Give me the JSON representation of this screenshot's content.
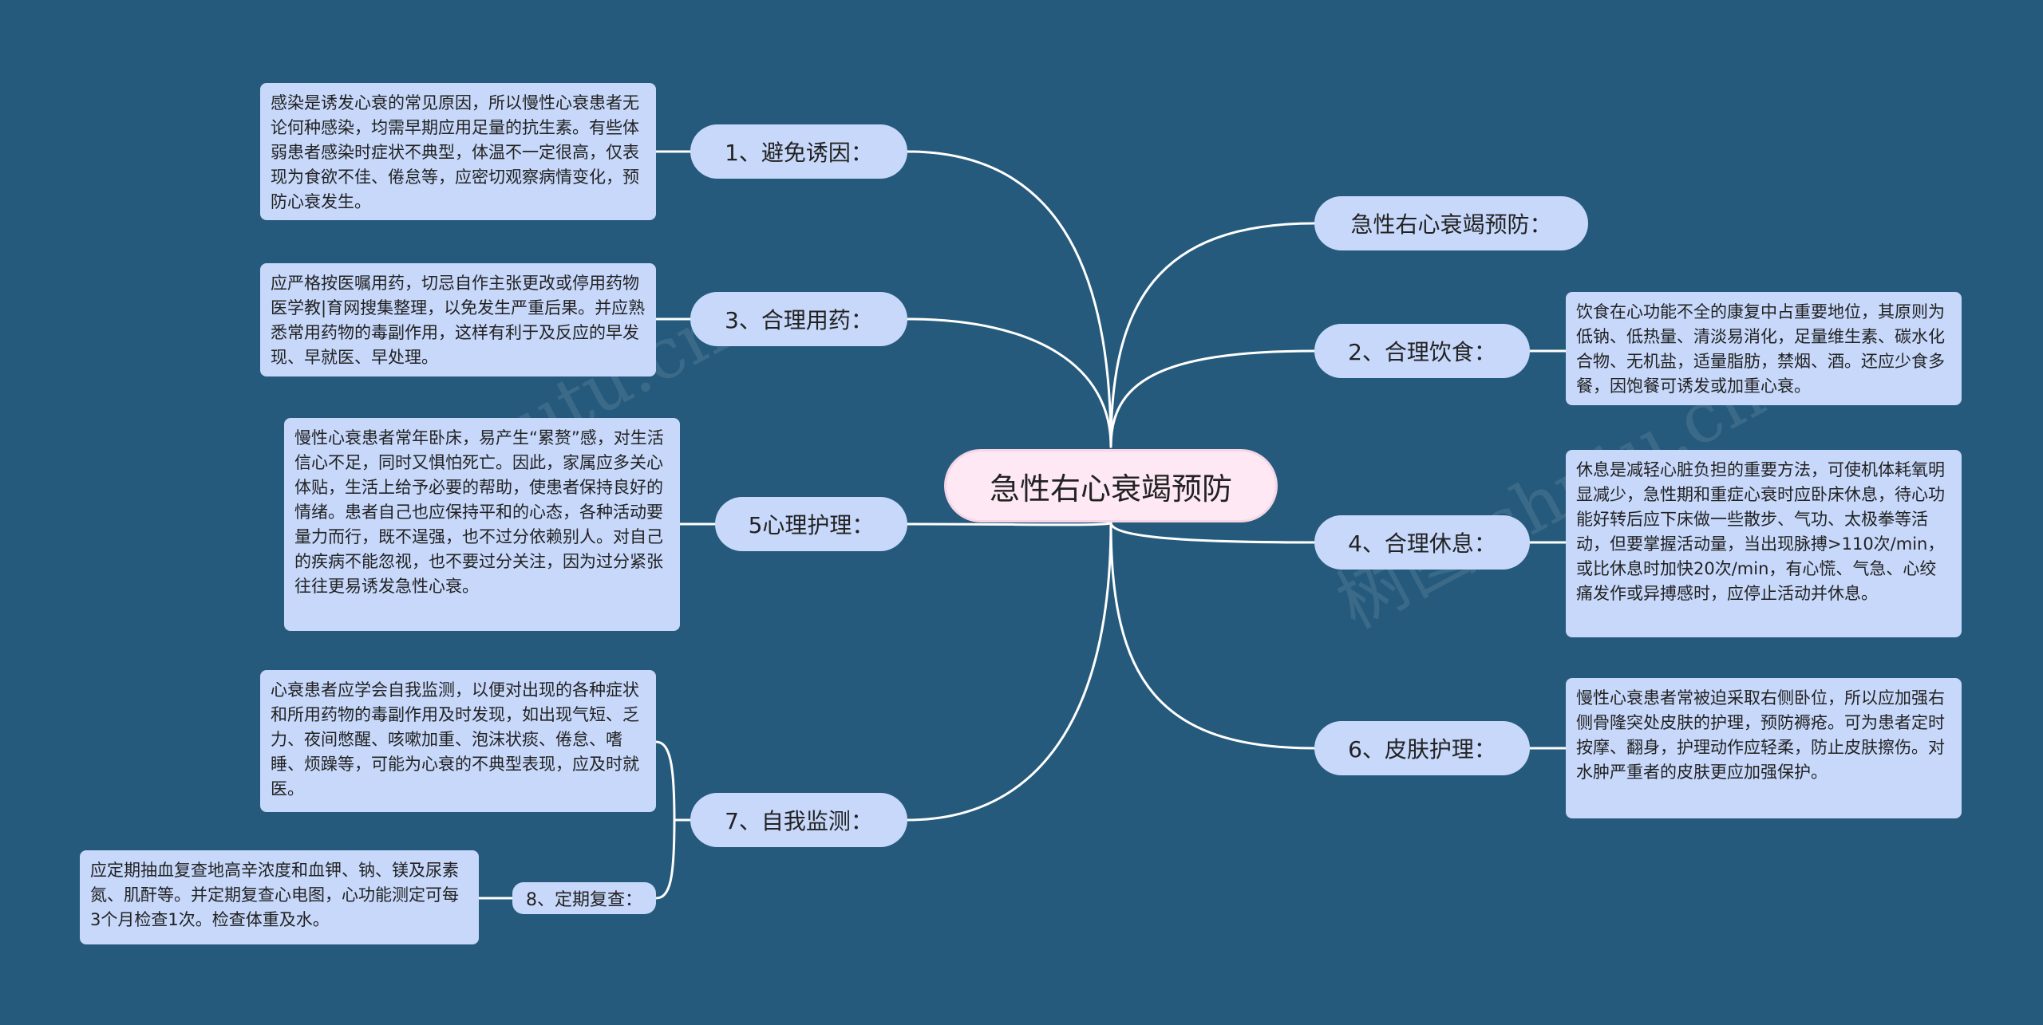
{
  "root": {
    "label": "急性右心衰竭预防"
  },
  "branches": {
    "b1": {
      "label": "1、避免诱因："
    },
    "b3": {
      "label": "3、合理用药："
    },
    "b5": {
      "label": "5心理护理："
    },
    "b7": {
      "label": "7、自我监测："
    },
    "b8": {
      "label": "8、定期复查："
    },
    "r0": {
      "label": "急性右心衰竭预防："
    },
    "b2": {
      "label": "2、合理饮食："
    },
    "b4": {
      "label": "4、合理休息："
    },
    "b6": {
      "label": "6、皮肤护理："
    }
  },
  "notes": {
    "n1": "感染是诱发心衰的常见原因，所以慢性心衰患者无论何种感染，均需早期应用足量的抗生素。有些体弱患者感染时症状不典型，体温不一定很高，仅表现为食欲不佳、倦怠等，应密切观察病情变化，预防心衰发生。",
    "n3": "应严格按医嘱用药，切忌自作主张更改或停用药物医学教|育网搜集整理，以免发生严重后果。并应熟悉常用药物的毒副作用，这样有利于及反应的早发现、早就医、早处理。",
    "n5": "慢性心衰患者常年卧床，易产生“累赘”感，对生活信心不足，同时又惧怕死亡。因此，家属应多关心体贴，生活上给予必要的帮助，使患者保持良好的情绪。患者自己也应保持平和的心态，各种活动要量力而行，既不逞强，也不过分依赖别人。对自己的疾病不能忽视，也不要过分关注，因为过分紧张往往更易诱发急性心衰。",
    "n7": "心衰患者应学会自我监测，以便对出现的各种症状和所用药物的毒副作用及时发现，如出现气短、乏力、夜间憋醒、咳嗽加重、泡沫状痰、倦怠、嗜睡、烦躁等，可能为心衰的不典型表现，应及时就医。",
    "n8": "应定期抽血复查地高辛浓度和血钾、钠、镁及尿素氮、肌酐等。并定期复查心电图，心功能测定可每3个月检查1次。检查体重及水。",
    "n2": "饮食在心功能不全的康复中占重要地位，其原则为低钠、低热量、清淡易消化，足量维生素、碳水化合物、无机盐，适量脂肪，禁烟、酒。还应少食多餐，因饱餐可诱发或加重心衰。",
    "n4": "休息是减轻心脏负担的重要方法，可使机体耗氧明显减少，急性期和重症心衰时应卧床休息，待心功能好转后应下床做一些散步、气功、太极拳等活动，但要掌握活动量，当出现脉搏>110次/min，或比休息时加快20次/min，有心慌、气急、心绞痛发作或异搏感时，应停止活动并休息。",
    "n6": "慢性心衰患者常被迫采取右侧卧位，所以应加强右侧骨隆突处皮肤的护理，预防褥疮。可为患者定时按摩、翻身，护理动作应轻柔，防止皮肤擦伤。对水肿严重者的皮肤更应加强保护。"
  },
  "watermarks": [
    "树图 shutu.cn",
    "树图 shutu.cn"
  ],
  "colors": {
    "background": "#255a7c",
    "node": "#c7d8fa",
    "root": "#fde8f3",
    "link": "#ffffff"
  }
}
